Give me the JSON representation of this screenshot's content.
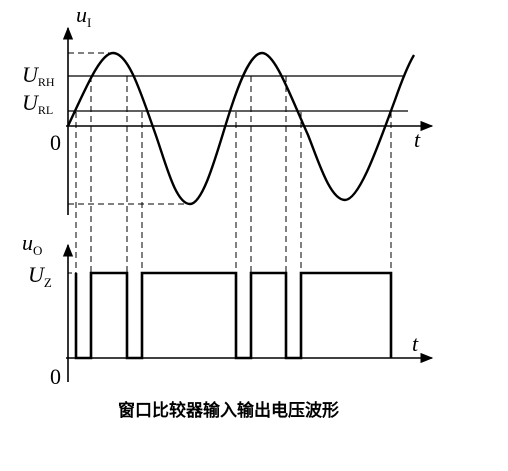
{
  "input_axis": {
    "label": "u",
    "subscript": "I"
  },
  "output_axis": {
    "label": "u",
    "subscript": "O"
  },
  "time_label": "t",
  "origin_label": "0",
  "thresholds": {
    "high": {
      "label": "U",
      "subscript": "RH"
    },
    "low": {
      "label": "U",
      "subscript": "RL"
    }
  },
  "output_level": {
    "label": "U",
    "subscript": "Z"
  },
  "caption": "窗口比较器输入输出电压波形",
  "colors": {
    "ink": "#000000",
    "background": "#ffffff"
  }
}
